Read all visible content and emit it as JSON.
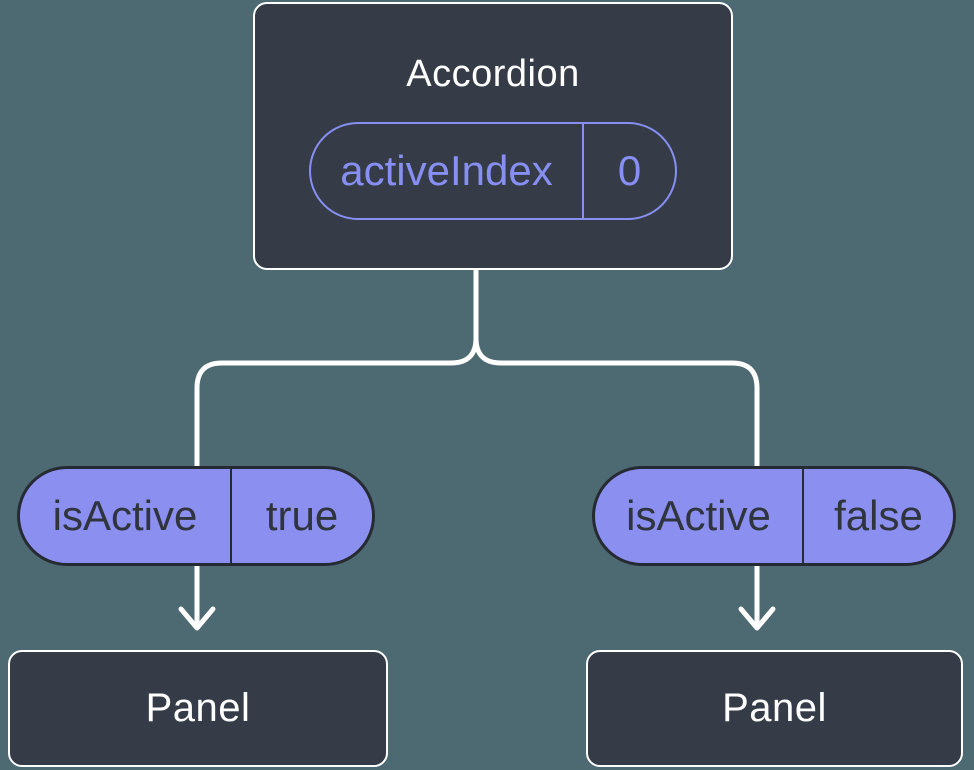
{
  "diagram": {
    "root": {
      "title": "Accordion",
      "state": {
        "name": "activeIndex",
        "value": "0"
      }
    },
    "children": [
      {
        "prop": {
          "name": "isActive",
          "value": "true"
        },
        "title": "Panel"
      },
      {
        "prop": {
          "name": "isActive",
          "value": "false"
        },
        "title": "Panel"
      }
    ]
  },
  "colors": {
    "background": "#4D6971",
    "node_fill": "#353C48",
    "node_border": "#FFFFFF",
    "line": "#FFFFFF",
    "pill_fill": "#8B90F0",
    "pill_border": "#262B33",
    "pill_text": "#2F343D",
    "outline_pill_accent": "#878FF2",
    "title_text": "#FFFFFF"
  }
}
